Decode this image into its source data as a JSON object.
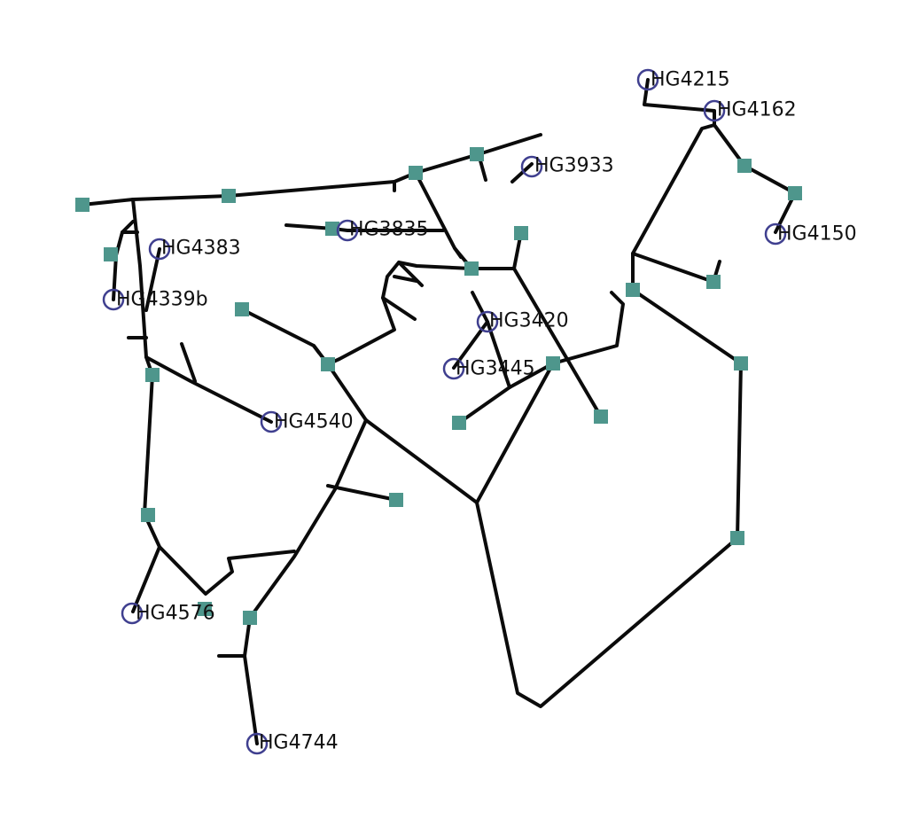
{
  "nodes": [
    {
      "id": "HG4215",
      "label": "HG4215"
    },
    {
      "id": "HG4162",
      "label": "HG4162"
    },
    {
      "id": "HG3933",
      "label": "HG3933"
    },
    {
      "id": "HG4150",
      "label": "HG4150"
    },
    {
      "id": "HG3835",
      "label": "HG3835"
    },
    {
      "id": "HG4383",
      "label": "HG4383"
    },
    {
      "id": "HG4339b",
      "label": "HG4339b"
    },
    {
      "id": "HG3420",
      "label": "HG3420"
    },
    {
      "id": "HG3445",
      "label": "HG3445"
    },
    {
      "id": "HG4540",
      "label": "HG4540"
    },
    {
      "id": "HG4576",
      "label": "HG4576"
    },
    {
      "id": "HG4744",
      "label": "HG4744"
    }
  ],
  "colors": {
    "edge": "#0b0b0b",
    "junction": "#4e968c",
    "node_ring": "#3f3f8f",
    "label": "#111111",
    "background": "#ffffff"
  }
}
